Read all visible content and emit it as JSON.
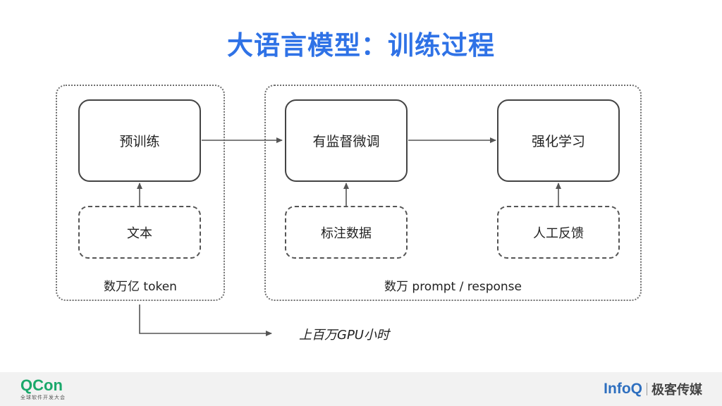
{
  "title": "大语言模型：训练过程",
  "stages": {
    "pretrain": "预训练",
    "sft": "有监督微调",
    "rl": "强化学习"
  },
  "inputs": {
    "text": "文本",
    "labeled": "标注数据",
    "human_feedback": "人工反馈"
  },
  "group_labels": {
    "left": "数万亿 token",
    "right": "数万 prompt / response"
  },
  "gpu_note": "上百万GPU小时",
  "footer": {
    "qcon": "QCon",
    "qcon_sub": "全球软件开发大会",
    "infoq": "InfoQ",
    "infoq_cn": "极客传媒"
  }
}
